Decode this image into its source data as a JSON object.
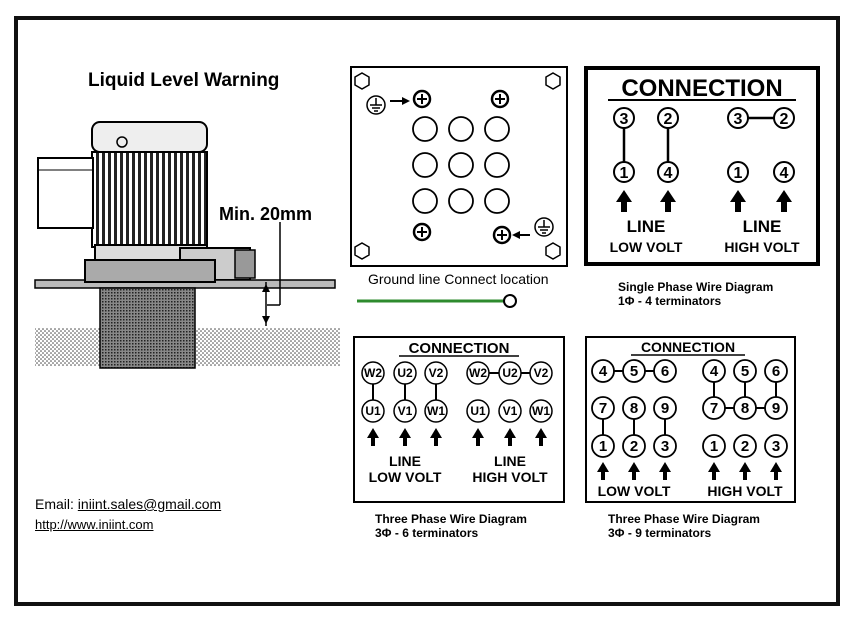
{
  "pump": {
    "title": "Liquid Level Warning",
    "min_label": "Min. 20mm"
  },
  "terminal_box": {
    "caption": "Ground line Connect location"
  },
  "single_phase": {
    "heading": "CONNECTION",
    "low": {
      "top": [
        "3",
        "2"
      ],
      "bottom": [
        "1",
        "4"
      ]
    },
    "high": {
      "top": [
        "3",
        "2"
      ],
      "bottom": [
        "1",
        "4"
      ]
    },
    "line_label": "LINE",
    "low_label": "LOW  VOLT",
    "high_label": "HIGH  VOLT",
    "caption1": "Single Phase Wire Diagram",
    "caption2": "1Φ  - 4 terminators"
  },
  "three_phase_6": {
    "heading": "CONNECTION",
    "low": {
      "top": [
        "W2",
        "U2",
        "V2"
      ],
      "bottom": [
        "U1",
        "V1",
        "W1"
      ]
    },
    "high": {
      "top": [
        "W2",
        "U2",
        "V2"
      ],
      "bottom": [
        "U1",
        "V1",
        "W1"
      ]
    },
    "line_label": "LINE",
    "low_label": "LOW VOLT",
    "high_label": "HIGH VOLT",
    "caption1": "Three Phase Wire Diagram",
    "caption2": "3Φ  - 6 terminators"
  },
  "three_phase_9": {
    "heading": "CONNECTION",
    "low": {
      "row1": [
        "4",
        "5",
        "6"
      ],
      "row2": [
        "7",
        "8",
        "9"
      ],
      "row3": [
        "1",
        "2",
        "3"
      ]
    },
    "high": {
      "row1": [
        "4",
        "5",
        "6"
      ],
      "row2": [
        "7",
        "8",
        "9"
      ],
      "row3": [
        "1",
        "2",
        "3"
      ]
    },
    "low_label": "LOW VOLT",
    "high_label": "HIGH VOLT",
    "caption1": "Three Phase Wire Diagram",
    "caption2": "3Φ  - 9 terminators"
  },
  "contact": {
    "email_label": "Email:",
    "email": "iniint.sales@gmail.com",
    "url": "http://www.iniint.com"
  },
  "colors": {
    "ground_line": "#2e8b2e",
    "ink": "#000000"
  }
}
